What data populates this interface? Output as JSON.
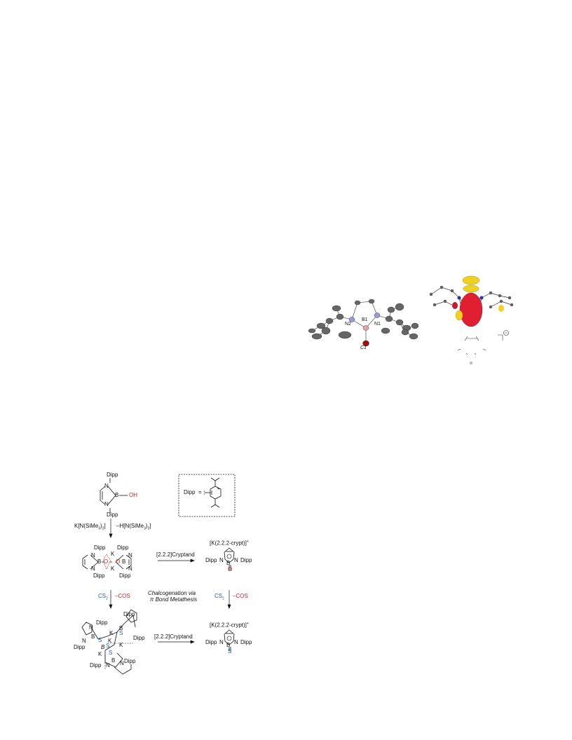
{
  "scheme": {
    "dipp_top": "Dipp",
    "dipp_bottom": "Dipp",
    "n_top": "N",
    "n_bottom": "N",
    "b_oh": "B",
    "oh": "OH",
    "legend_dipp": "Dipp",
    "legend_eq": "=",
    "reagent1": "K[N(SiMe",
    "reagent1_sub": "3",
    "reagent1_end": ")",
    "reagent1_sub2": "2",
    "reagent1_close": "]",
    "byproduct1": "–H[N(SiMe",
    "byproduct1_sub": "3",
    "byproduct1_end": ")",
    "byproduct1_sub2": "2",
    "byproduct1_close": "]",
    "crypt1": "[2.2.2]Cryptand",
    "crypt2": "[2.2.2]Cryptand",
    "kcrypt1": "[K(2.2.2-crypt)]",
    "kcrypt1_sup": "+",
    "kcrypt2": "[K(2.2.2-crypt)]",
    "kcrypt2_sup": "+",
    "dipp_n": "Dipp",
    "o_label": "O",
    "s_label": "S",
    "b_label": "B",
    "k_label": "K",
    "cs2": "CS",
    "cs2_sub": "2",
    "minus_cos": "–COS",
    "chalco_line1": "Chalcogenation via",
    "chalco_line2": "π Bond Metathesis"
  },
  "crystal": {
    "n2": "N2",
    "b1": "B1",
    "n1": "N1",
    "c1": "C1"
  },
  "colors": {
    "oxygen": "#d22020",
    "sulfur": "#1f5aa6",
    "boron_atom": "#e8a0a0",
    "nitrogen_atom": "#9a9ad8",
    "orbital_red": "#e02030",
    "orbital_yellow": "#f0d020",
    "carbon_atom": "#555555"
  }
}
